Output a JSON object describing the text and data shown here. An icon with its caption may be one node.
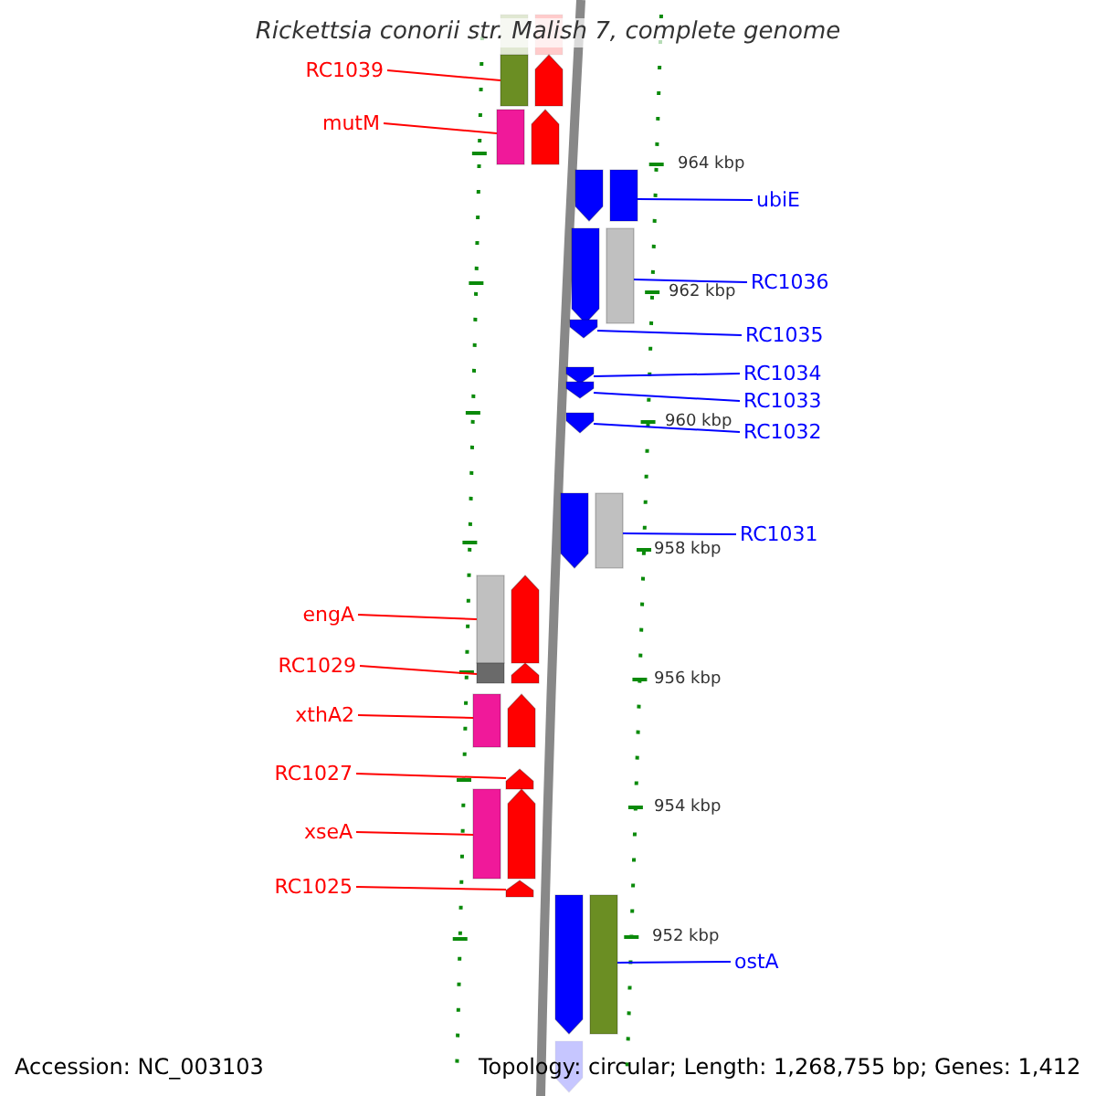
{
  "diagram": {
    "title": "Rickettsia conorii str. Malish 7, complete genome",
    "nodes": [
      {
        "text": [],
        "shape": "bar"
      },
      {
        "text": [
          "RC1039"
        ]
      },
      {
        "text": [],
        "shape": "bar"
      },
      {
        "text": [
          "mutM"
        ]
      },
      {
        "text": [],
        "shape": "bar"
      },
      {
        "text": [
          "ubiE"
        ]
      },
      {
        "text": [],
        "shape": "bar"
      },
      {
        "text": [
          "RC1036"
        ]
      },
      {
        "text": [],
        "shape": "bar"
      },
      {
        "text": [
          "RC1035"
        ]
      },
      {
        "text": [],
        "shape": "bar"
      },
      {
        "text": [
          "RC1034"
        ]
      },
      {
        "text": [],
        "shape": "bar"
      },
      {
        "text": [
          "RC1033"
        ]
      },
      {
        "text": [],
        "shape": "bar"
      },
      {
        "text": [
          "RC1032"
        ]
      },
      {
        "text": [],
        "shape": "bar"
      },
      {
        "text": [
          "RC1031"
        ]
      },
      {
        "text": [],
        "shape": "bar"
      },
      {
        "text": [
          "engA"
        ]
      },
      {
        "text": [],
        "shape": "bar"
      },
      {
        "text": [
          "RC1029"
        ]
      },
      {
        "text": [],
        "shape": "bar"
      },
      {
        "text": [
          "xthA2"
        ]
      },
      {
        "text": [],
        "shape": "bar"
      },
      {
        "text": [
          "RC1027"
        ]
      },
      {
        "text": [],
        "shape": "bar"
      },
      {
        "text": [
          "xseA"
        ]
      },
      {
        "text": [],
        "shape": "bar"
      },
      {
        "text": [
          "RC1025"
        ]
      },
      {
        "text": [],
        "shape": "bar"
      },
      {
        "text": [
          "ostA"
        ]
      },
      {
        "text": [],
        "shape": "bar"
      },
      {
        "text": [],
        "shape": "bar"
      }
    ],
    "edges": [
      {
        "from": 1,
        "to": 2,
        "arrow": "none"
      },
      {
        "from": 3,
        "to": 4,
        "arrow": "none"
      },
      {
        "from": 5,
        "to": 6,
        "arrow": "none",
        "color": "#0000ff"
      },
      {
        "from": 7,
        "to": 8,
        "arrow": "none",
        "color": "#0000ff"
      },
      {
        "from": 9,
        "to": 10,
        "arrow": "none",
        "color": "#0000ff"
      },
      {
        "from": 11,
        "to": 12,
        "arrow": "none",
        "color": "#0000ff"
      },
      {
        "from": 13,
        "to": 14,
        "arrow": "none",
        "color": "#0000ff"
      },
      {
        "from": 15,
        "to": 16,
        "arrow": "none",
        "color": "#0000ff"
      },
      {
        "from": 17,
        "to": 18,
        "arrow": "none",
        "color": "#0000ff"
      },
      {
        "from": 19,
        "to": 20,
        "arrow": "none"
      },
      {
        "from": 21,
        "to": 22,
        "arrow": "none"
      },
      {
        "from": 23,
        "to": 24,
        "arrow": "none"
      },
      {
        "from": 25,
        "to": 26,
        "arrow": "none"
      },
      {
        "from": 27,
        "to": 28,
        "arrow": "none"
      },
      {
        "from": 29,
        "to": 30,
        "arrow": "none"
      },
      {
        "from": 31,
        "to": 32,
        "arrow": "none",
        "color": "#0000ff"
      }
    ],
    "labels": [
      "964 kbp",
      "962 kbp",
      "960 kbp",
      "958 kbp",
      "956 kbp",
      "954 kbp",
      "952 kbp",
      "Accession: NC_003103",
      "Topology: circular; Length: 1,268,755 bp; Genes: 1,412"
    ]
  }
}
